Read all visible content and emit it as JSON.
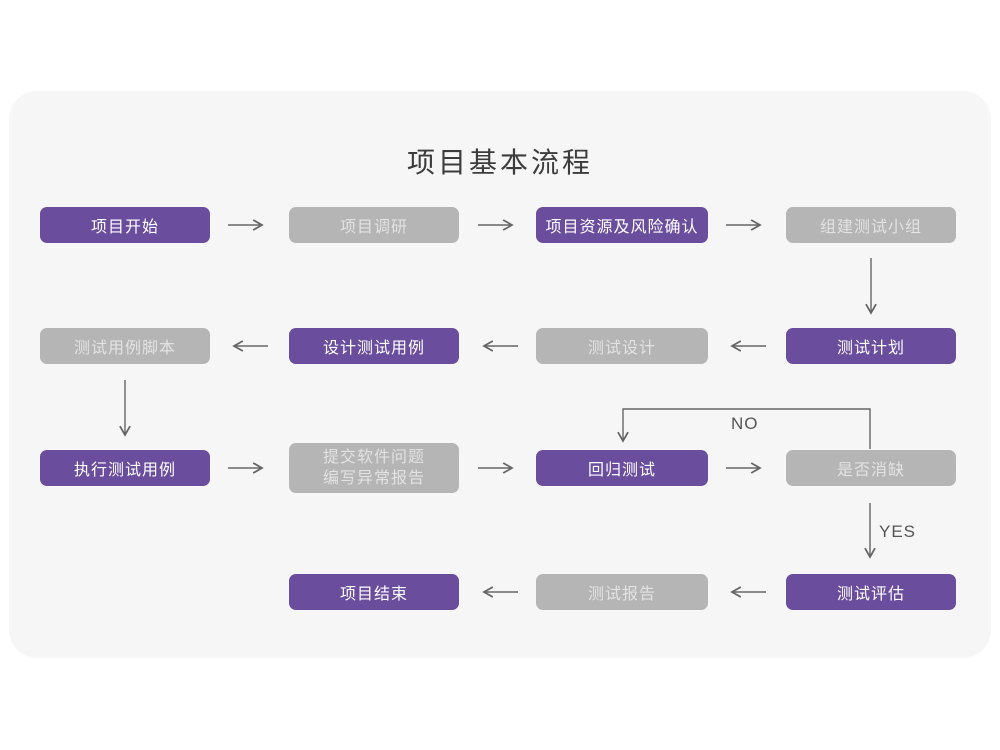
{
  "page": {
    "title": "项目基本流程"
  },
  "flow": {
    "colors": {
      "card_background": "#f6f6f6",
      "page_background": "#ffffff",
      "node_purple": "#6b4d9d",
      "node_gray": "#b5b5b5",
      "node_text_on_purple": "#ffffff",
      "node_text_on_gray": "#e2e2e2",
      "arrow": "#666666",
      "title_text": "#3c3c3c"
    },
    "nodes": [
      {
        "label": "项目开始",
        "variant": "purple"
      },
      {
        "label": "项目调研",
        "variant": "gray"
      },
      {
        "label": "项目资源及风险确认",
        "variant": "purple"
      },
      {
        "label": "组建测试小组",
        "variant": "gray"
      },
      {
        "label": "测试用例脚本",
        "variant": "gray"
      },
      {
        "label": "设计测试用例",
        "variant": "purple"
      },
      {
        "label": "测试设计",
        "variant": "gray"
      },
      {
        "label": "测试计划",
        "variant": "purple"
      },
      {
        "label": "执行测试用例",
        "variant": "purple"
      },
      {
        "label_line1": "提交软件问题",
        "label_line2": "编写异常报告",
        "variant": "gray"
      },
      {
        "label": "回归测试",
        "variant": "purple"
      },
      {
        "label": "是否消缺",
        "variant": "gray"
      },
      {
        "label": "项目结束",
        "variant": "purple"
      },
      {
        "label": "测试报告",
        "variant": "gray"
      },
      {
        "label": "测试评估",
        "variant": "purple"
      }
    ],
    "edge_labels": {
      "no": "NO",
      "yes": "YES"
    }
  }
}
